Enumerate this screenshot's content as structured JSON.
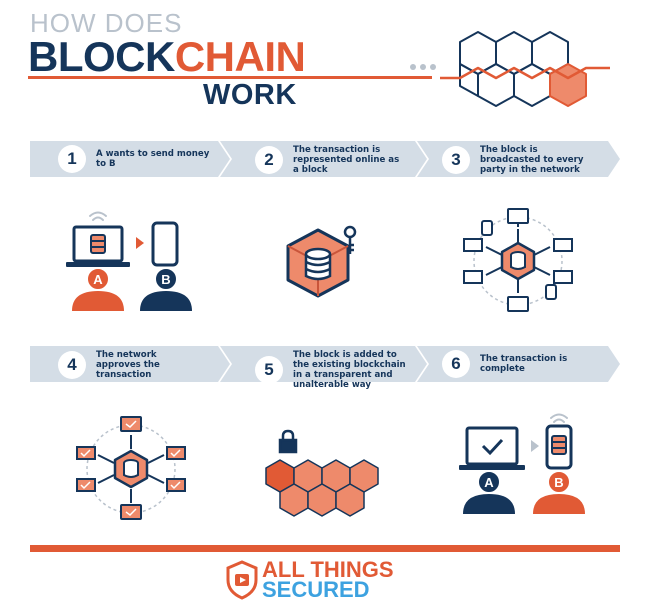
{
  "header": {
    "line1": "HOW DOES",
    "word_part1": "BLOCK",
    "word_part2": "CHAIN",
    "line3": "WORK"
  },
  "steps": [
    {
      "number": "1",
      "text": "A wants to send money to B"
    },
    {
      "number": "2",
      "text": "The transaction is represented online as a block"
    },
    {
      "number": "3",
      "text": "The block is broadcasted to every party in the network"
    },
    {
      "number": "4",
      "text": "The network approves the transaction"
    },
    {
      "number": "5",
      "text": "The block is added to the existing blockchain in a transparent and unalterable way"
    },
    {
      "number": "6",
      "text": "The transaction is complete"
    }
  ],
  "labels": {
    "party_a": "A",
    "party_b": "B"
  },
  "brand": {
    "line1": "ALL THINGS",
    "line2": "SECURED"
  },
  "colors": {
    "navy": "#15355a",
    "orange": "#e15a35",
    "salmon": "#ee8a6b",
    "band": "#d4dde6",
    "blue": "#3da2e0"
  }
}
